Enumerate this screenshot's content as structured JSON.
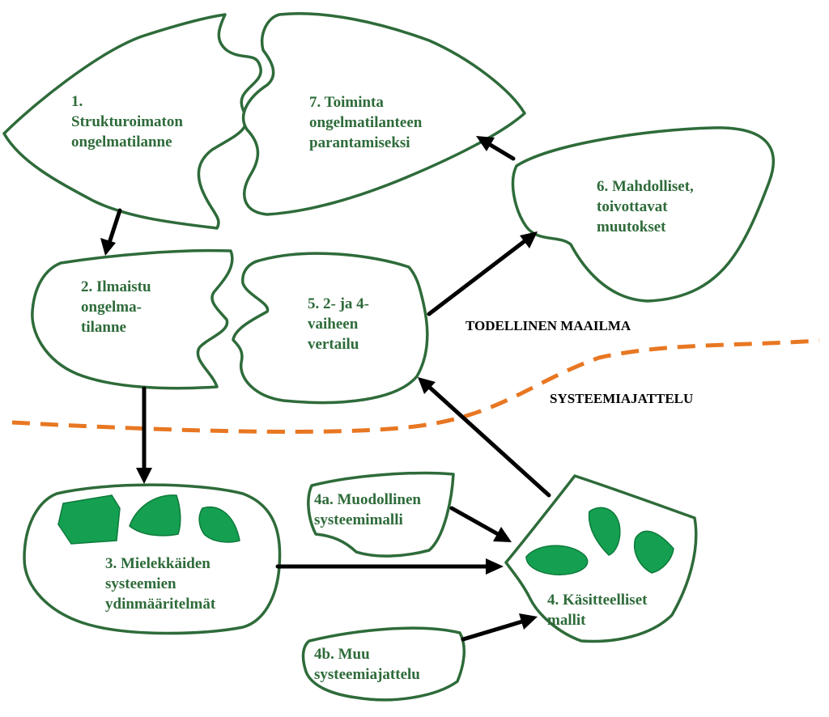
{
  "regions": {
    "real_world": "TODELLINEN MAAILMA",
    "systems_thinking": "SYSTEEMIAJATTELU"
  },
  "nodes": {
    "n1": [
      "1.",
      "Strukturoimaton",
      "ongelmatilanne"
    ],
    "n2": [
      "2. Ilmaistu",
      "ongelma-",
      "tilanne"
    ],
    "n3": [
      "3. Mielekkäiden",
      "systeemien",
      "ydinmääritelmät"
    ],
    "n4": [
      "4. Käsitteelliset",
      "mallit"
    ],
    "n4a": [
      "4a. Muodollinen",
      "systeemimalli"
    ],
    "n4b": [
      "4b. Muu",
      "systeemiajattelu"
    ],
    "n5": [
      "5. 2- ja 4-",
      "vaiheen",
      "vertailu"
    ],
    "n6": [
      "6. Mahdolliset,",
      "toivottavat",
      "muutokset"
    ],
    "n7": [
      "7. Toiminta",
      "ongelmatilanteen",
      "parantamiseksi"
    ]
  },
  "colors": {
    "outline": "#2e6b3a",
    "text": "#2e6b3a",
    "fill_shapes": "#14a050",
    "boundary": "#e87722",
    "arrows": "#000000"
  }
}
